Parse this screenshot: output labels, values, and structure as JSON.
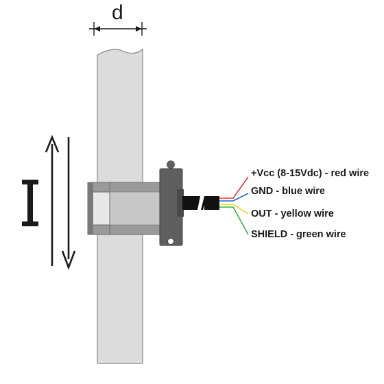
{
  "diagram": {
    "dimension_label": "d",
    "wires": [
      {
        "label": "+Vcc (8-15Vdc) - red wire",
        "color": "#e53935"
      },
      {
        "label": "GND - blue wire",
        "color": "#1e63d6"
      },
      {
        "label": "OUT - yellow wire",
        "color": "#f2d21b"
      },
      {
        "label": "SHIELD - green wire",
        "color": "#2eb33a"
      }
    ],
    "colors": {
      "tube_fill": "#dcdcdc",
      "tube_stroke": "#8a8a8a",
      "sensor_dark": "#5f5f5f",
      "sensor_light": "#bdbdbd",
      "sensor_inner": "#e8e8e8",
      "cable": "#111111",
      "ink": "#1a1a1a"
    }
  }
}
